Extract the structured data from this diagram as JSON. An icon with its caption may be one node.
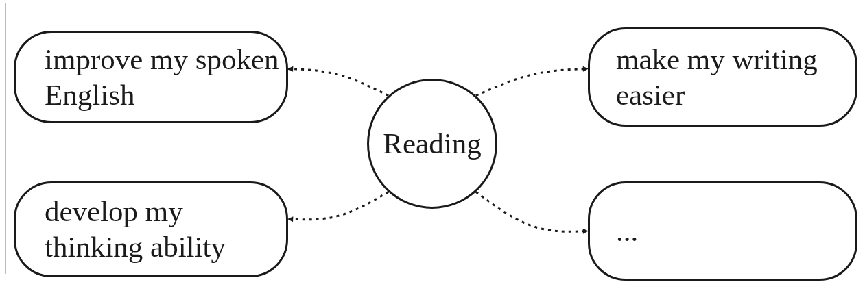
{
  "diagram": {
    "nodes": [
      {
        "text": [
          "improve my spoken English"
        ]
      },
      {
        "text": [
          "make my writing easier"
        ]
      },
      {
        "text": [
          "Reading"
        ]
      },
      {
        "text": [
          "develop my thinking ability"
        ]
      },
      {
        "text": [
          "..."
        ]
      }
    ],
    "edges": [
      {
        "from": 2,
        "to": 0,
        "arrow": "to",
        "style": "dashed"
      },
      {
        "from": 2,
        "to": 1,
        "arrow": "to",
        "style": "dashed"
      },
      {
        "from": 2,
        "to": 3,
        "arrow": "to",
        "style": "dashed"
      },
      {
        "from": 2,
        "to": 4,
        "arrow": "to",
        "style": "dashed"
      }
    ]
  }
}
